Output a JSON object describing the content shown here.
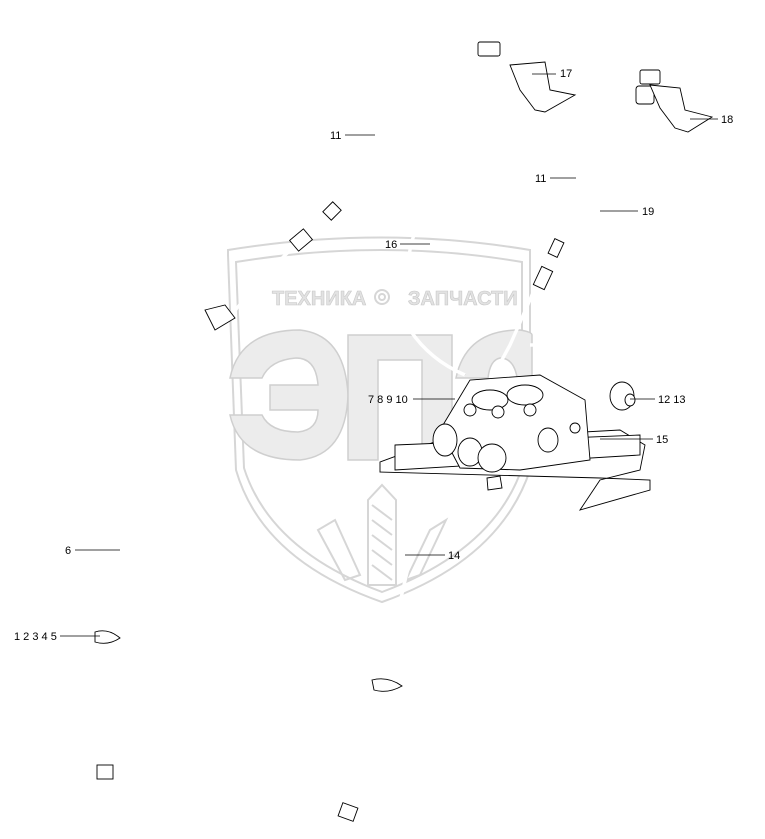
{
  "watermark": {
    "word_left": "ТЕХНИКА",
    "word_right": "ЗАПЧАСТИ",
    "logo_letters": "ЭПЭ"
  },
  "callouts": [
    {
      "id": "c17",
      "text": "17"
    },
    {
      "id": "c18",
      "text": "18"
    },
    {
      "id": "c11a",
      "text": "11"
    },
    {
      "id": "c11b",
      "text": "11"
    },
    {
      "id": "c19",
      "text": "19"
    },
    {
      "id": "c16",
      "text": "16"
    },
    {
      "id": "c78910",
      "text": "7 8 9 10"
    },
    {
      "id": "c1213",
      "text": "12 13"
    },
    {
      "id": "c15",
      "text": "15"
    },
    {
      "id": "c6",
      "text": "6"
    },
    {
      "id": "c14",
      "text": "14"
    },
    {
      "id": "c12345",
      "text": "1 2 3 4 5"
    }
  ]
}
